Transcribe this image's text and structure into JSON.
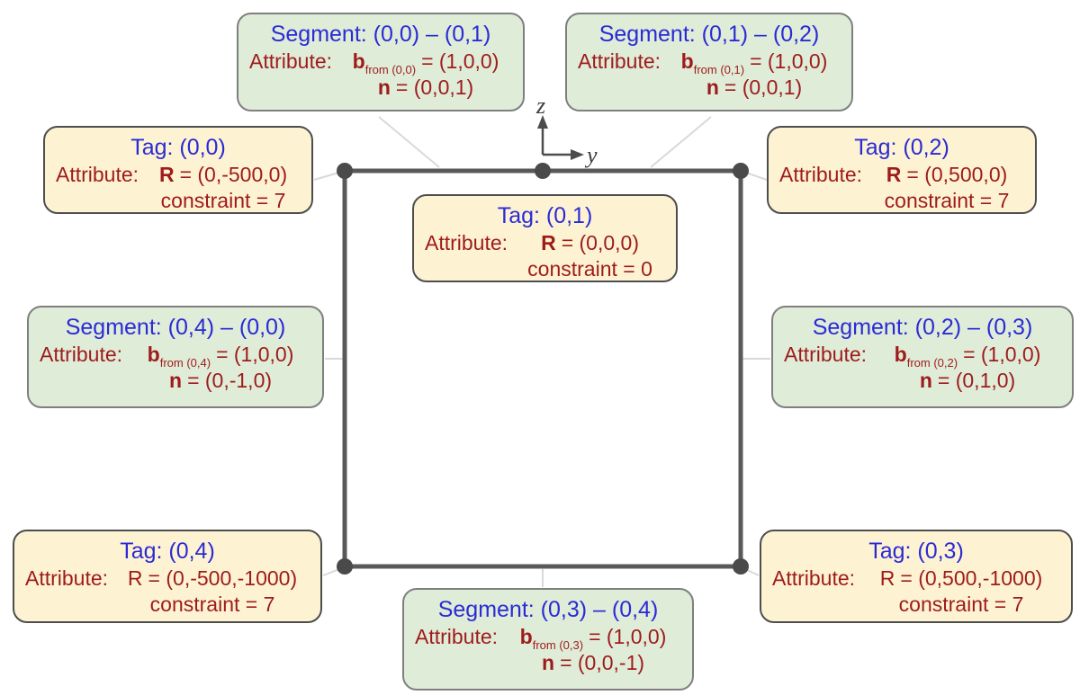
{
  "figure": {
    "description": "Square boundary diagram with tag and segment annotation callouts",
    "axes": {
      "z_label": "z",
      "y_label": "y"
    }
  },
  "colors": {
    "segment_fill": "#dfecd8",
    "segment_border": "#7f7f7f",
    "tag_fill": "#fdf3d2",
    "tag_border": "#4d4d4d",
    "title_blue": "#2b2bd5",
    "attr_red": "#9e1b1b",
    "shape_stroke": "#595959",
    "dot_fill": "#4a4a4a",
    "connector": "#d9d9d9",
    "axis": "#4d4d4d"
  },
  "boxes": [
    {
      "type": "segment",
      "title": "Segment: (0,0) – (0,1)",
      "attr_label": "Attribute:",
      "b": "b",
      "b_sub": "from (0,0)",
      "b_rhs": "= (1,0,0)",
      "n": "n",
      "n_rhs": "= (0,0,1)"
    },
    {
      "type": "segment",
      "title": "Segment: (0,1) – (0,2)",
      "attr_label": "Attribute:",
      "b": "b",
      "b_sub": "from (0,1)",
      "b_rhs": "= (1,0,0)",
      "n": "n",
      "n_rhs": "= (0,0,1)"
    },
    {
      "type": "tag",
      "title": "Tag: (0,0)",
      "attr_label": "Attribute:",
      "r": "R",
      "r_rhs": "= (0,-500,0)",
      "constraint": "constraint = 7"
    },
    {
      "type": "tag",
      "title": "Tag: (0,2)",
      "attr_label": "Attribute:",
      "r": "R",
      "r_rhs": "= (0,500,0)",
      "constraint": "constraint = 7"
    },
    {
      "type": "tag",
      "title": "Tag: (0,1)",
      "attr_label": "Attribute:",
      "r": "R",
      "r_rhs": "= (0,0,0)",
      "constraint": "constraint = 0"
    },
    {
      "type": "segment",
      "title": "Segment: (0,4) – (0,0)",
      "attr_label": "Attribute:",
      "b": "b",
      "b_sub": "from (0,4)",
      "b_rhs": "= (1,0,0)",
      "n": "n",
      "n_rhs": "= (0,-1,0)"
    },
    {
      "type": "segment",
      "title": "Segment: (0,2) – (0,3)",
      "attr_label": "Attribute:",
      "b": "b",
      "b_sub": "from (0,2)",
      "b_rhs": "= (1,0,0)",
      "n": "n",
      "n_rhs": "= (0,1,0)"
    },
    {
      "type": "tag",
      "title": "Tag: (0,4)",
      "attr_label": "Attribute:",
      "r": "R",
      "r_rhs": "= (0,-500,-1000)",
      "constraint": "constraint = 7"
    },
    {
      "type": "tag",
      "title": "Tag: (0,3)",
      "attr_label": "Attribute:",
      "r": "R",
      "r_rhs": "= (0,500,-1000)",
      "constraint": "constraint = 7"
    },
    {
      "type": "segment",
      "title": "Segment: (0,3) – (0,4)",
      "attr_label": "Attribute:",
      "b": "b",
      "b_sub": "from (0,3)",
      "b_rhs": "= (1,0,0)",
      "n": "n",
      "n_rhs": "= (0,0,-1)"
    }
  ]
}
